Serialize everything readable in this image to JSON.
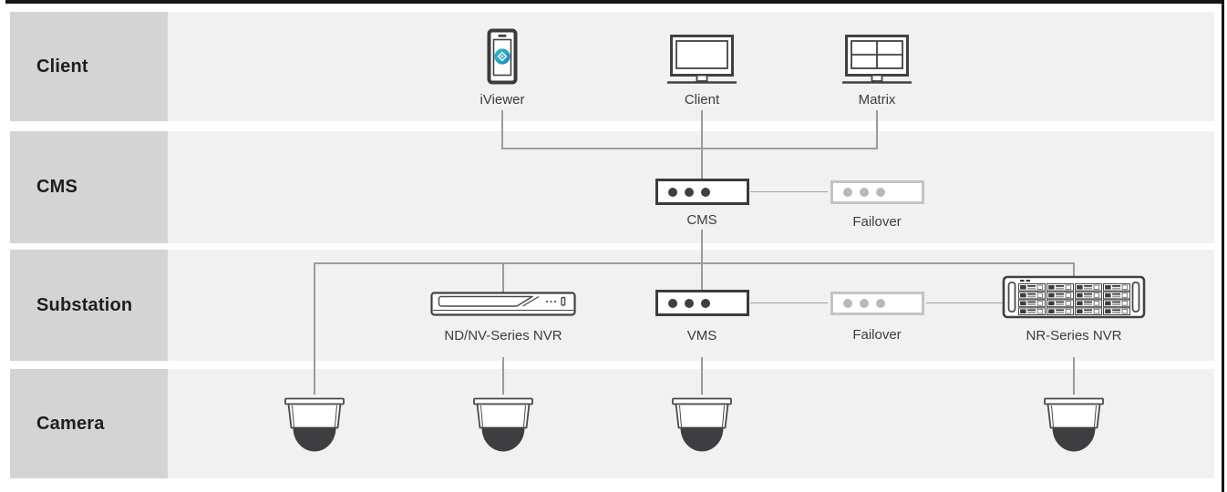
{
  "rows": {
    "client": {
      "label": "Client"
    },
    "cms": {
      "label": "CMS"
    },
    "substation": {
      "label": "Substation"
    },
    "camera": {
      "label": "Camera"
    }
  },
  "nodes": {
    "iviewer": {
      "label": "iViewer"
    },
    "client": {
      "label": "Client"
    },
    "matrix": {
      "label": "Matrix"
    },
    "cms": {
      "label": "CMS"
    },
    "cms_failover": {
      "label": "Failover",
      "state": "standby"
    },
    "ndnv_nvr": {
      "label": "ND/NV-Series NVR"
    },
    "vms": {
      "label": "VMS"
    },
    "vms_failover": {
      "label": "Failover",
      "state": "standby"
    },
    "nr_nvr": {
      "label": "NR-Series NVR"
    },
    "cameras": {
      "count": 4
    }
  },
  "connections": [
    {
      "from": "iViewer",
      "to": "CMS"
    },
    {
      "from": "Client",
      "to": "CMS"
    },
    {
      "from": "Matrix",
      "to": "CMS"
    },
    {
      "from": "CMS",
      "to": "Failover (CMS row)"
    },
    {
      "from": "CMS",
      "to": "Camera 1"
    },
    {
      "from": "CMS",
      "to": "ND/NV-Series NVR"
    },
    {
      "from": "CMS",
      "to": "VMS"
    },
    {
      "from": "CMS",
      "to": "NR-Series NVR"
    },
    {
      "from": "VMS",
      "to": "Failover (Substation row)"
    },
    {
      "from": "Failover (Substation row)",
      "to": "NR-Series NVR"
    },
    {
      "from": "ND/NV-Series NVR",
      "to": "Camera 2"
    },
    {
      "from": "VMS",
      "to": "Camera 3"
    },
    {
      "from": "NR-Series NVR",
      "to": "Camera 4"
    }
  ],
  "colors": {
    "band_background": "#f1f1f2",
    "row_label_background": "#d4d4d5",
    "connector_line": "#9b9b9b",
    "device_outline": "#414141",
    "active_box_border": "#3b3b3c",
    "standby_box_border": "#c4c4c5",
    "standby_dot": "#b9b9ba",
    "dome_fill": "#3e3e40",
    "app_icon_blue": "#1a8fcd",
    "frame_border": "#161616"
  }
}
